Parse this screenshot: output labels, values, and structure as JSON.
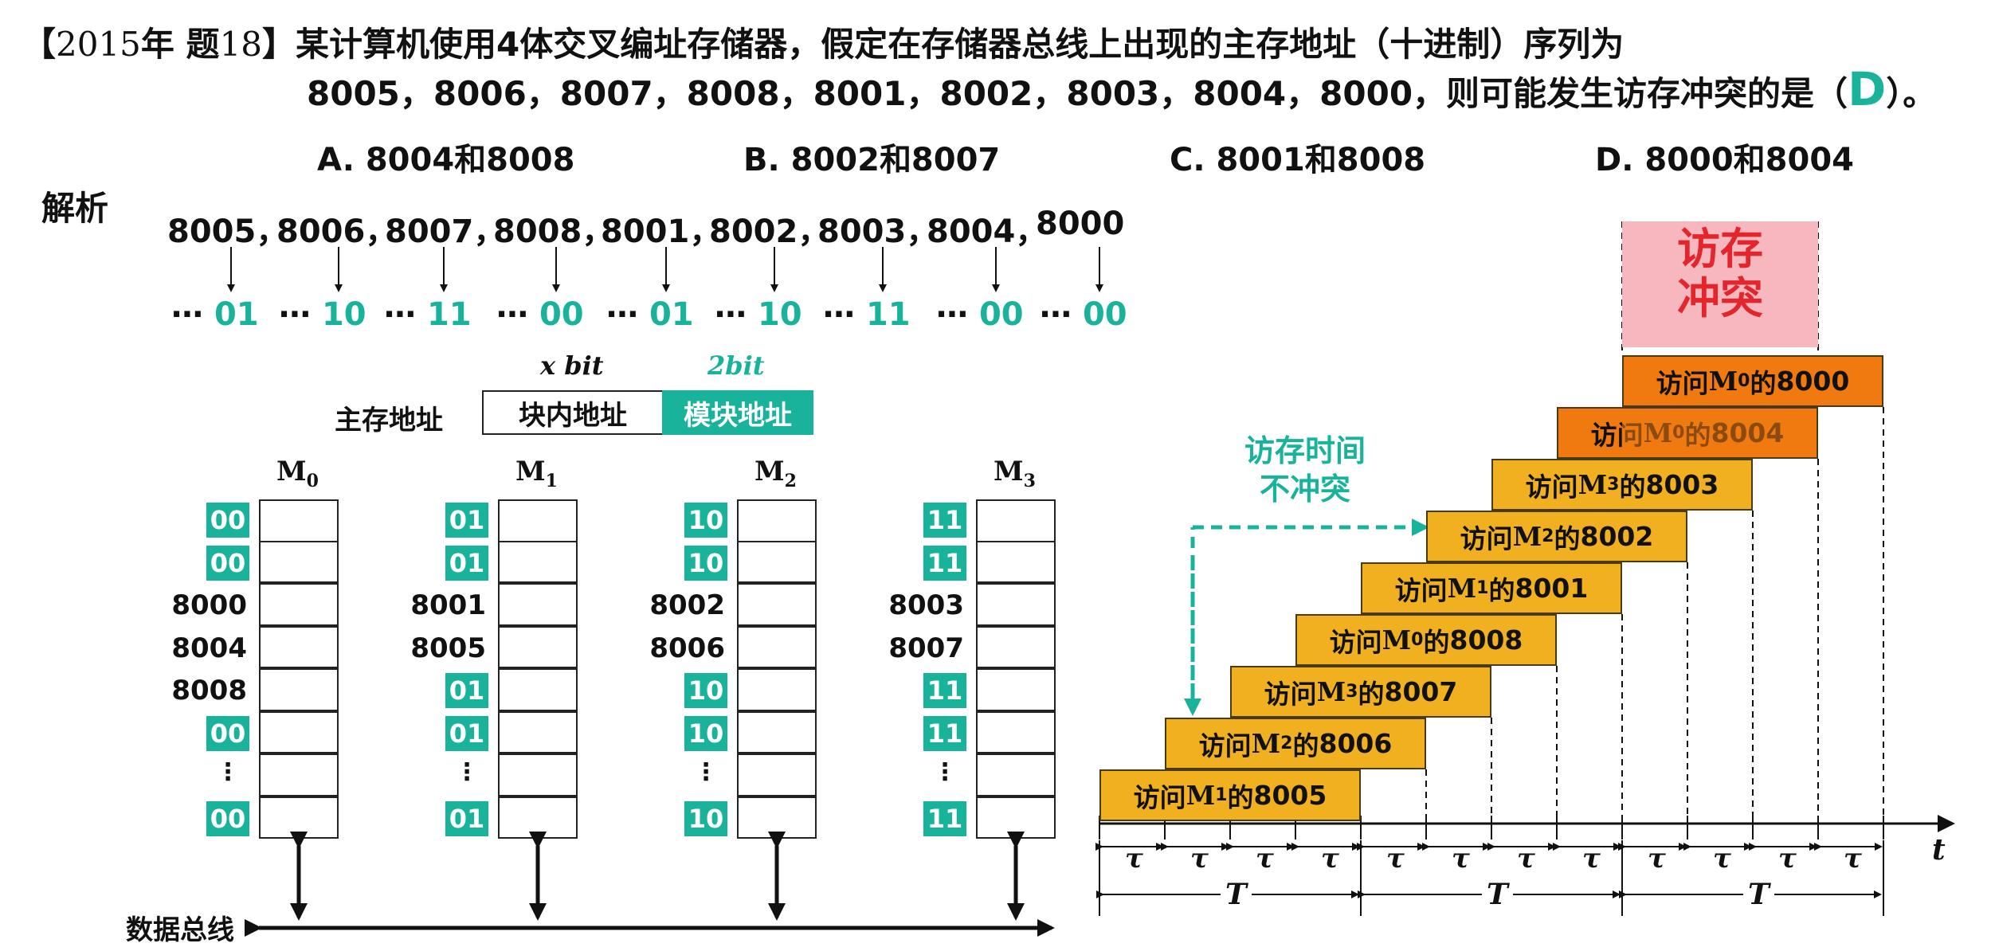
{
  "question": {
    "bracket_open": "【",
    "year": "2015",
    "year_char": "年",
    "qlabel": "题",
    "qnum": "18",
    "bracket_close": "】",
    "stem_line1": "某计算机使用4体交叉编址存储器，假定在存储器总线上出现的主存地址（十进制）序列为",
    "stem_line2": "8005，8006，8007，8008，8001，8002，8003，8004，8000，则可能发生访存冲突的是（",
    "answer": "D",
    "stem_end": "）。"
  },
  "options": {
    "a": "A. 8004和8008",
    "b": "B. 8002和8007",
    "c": "C. 8001和8008",
    "d": "D. 8000和8004"
  },
  "analysis_label": "解析",
  "sequence": {
    "addresses": [
      "8005，",
      "8006，",
      "8007，",
      "8008，",
      "8001，",
      "8002，",
      "8003，",
      "8004，",
      "8000"
    ],
    "prefix": "⋯",
    "low_bits": [
      "01",
      "10",
      "11",
      "00",
      "01",
      "10",
      "11",
      "00",
      "00"
    ]
  },
  "address_format": {
    "label": "主存地址",
    "x_bits": "x bit",
    "two_bits": "2bit",
    "block_field": "块内地址",
    "module_field": "模块地址"
  },
  "modules": [
    {
      "name": "M",
      "sub": "0",
      "tag": "00",
      "addrs": [
        "8000",
        "8004",
        "8008"
      ]
    },
    {
      "name": "M",
      "sub": "1",
      "tag": "01",
      "addrs": [
        "8001",
        "8005"
      ]
    },
    {
      "name": "M",
      "sub": "2",
      "tag": "10",
      "addrs": [
        "8002",
        "8006"
      ]
    },
    {
      "name": "M",
      "sub": "3",
      "tag": "11",
      "addrs": [
        "8003",
        "8007"
      ]
    }
  ],
  "ellipsis": "⋮",
  "bus_label": "数据总线",
  "timeline": {
    "access_word": "访问",
    "of_word": "的",
    "accesses": [
      {
        "module": "M",
        "sub": "1",
        "addr": "8005"
      },
      {
        "module": "M",
        "sub": "2",
        "addr": "8006"
      },
      {
        "module": "M",
        "sub": "3",
        "addr": "8007"
      },
      {
        "module": "M",
        "sub": "0",
        "addr": "8008"
      },
      {
        "module": "M",
        "sub": "1",
        "addr": "8001"
      },
      {
        "module": "M",
        "sub": "2",
        "addr": "8002"
      },
      {
        "module": "M",
        "sub": "3",
        "addr": "8003"
      },
      {
        "module": "M",
        "sub": "0",
        "addr": "8004"
      },
      {
        "module": "M",
        "sub": "0",
        "addr": "8000"
      }
    ],
    "conflict_label_1": "访存",
    "conflict_label_2": "冲突",
    "no_conflict_1": "访存时间",
    "no_conflict_2": "不冲突",
    "axis_label": "t",
    "tau": "τ",
    "period": "T",
    "colors": {
      "bar": "#f0b020",
      "bar_highlight": "#f07a10",
      "accent": "#19b39b",
      "conflict_bg": "#f6b7be",
      "conflict_text": "#e3252c"
    }
  }
}
